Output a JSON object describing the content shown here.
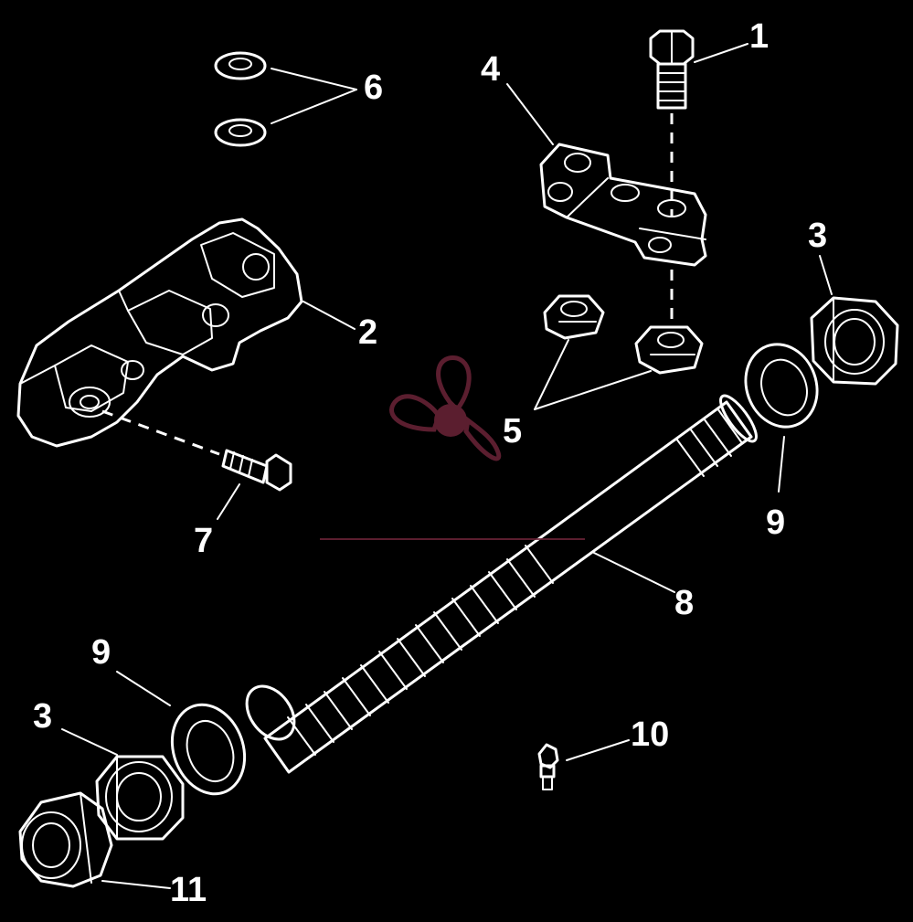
{
  "colors": {
    "background": "#000000",
    "linework": "#ffffff",
    "watermark": "#6b2438"
  },
  "callouts": [
    {
      "id": "1",
      "label": "1"
    },
    {
      "id": "2",
      "label": "2"
    },
    {
      "id": "3a",
      "label": "3"
    },
    {
      "id": "3b",
      "label": "3"
    },
    {
      "id": "4",
      "label": "4"
    },
    {
      "id": "5",
      "label": "5"
    },
    {
      "id": "6",
      "label": "6"
    },
    {
      "id": "7",
      "label": "7"
    },
    {
      "id": "8",
      "label": "8"
    },
    {
      "id": "9a",
      "label": "9"
    },
    {
      "id": "9b",
      "label": "9"
    },
    {
      "id": "10",
      "label": "10"
    },
    {
      "id": "11",
      "label": "11"
    }
  ],
  "watermark": {
    "icon": "propeller-logo-icon"
  }
}
